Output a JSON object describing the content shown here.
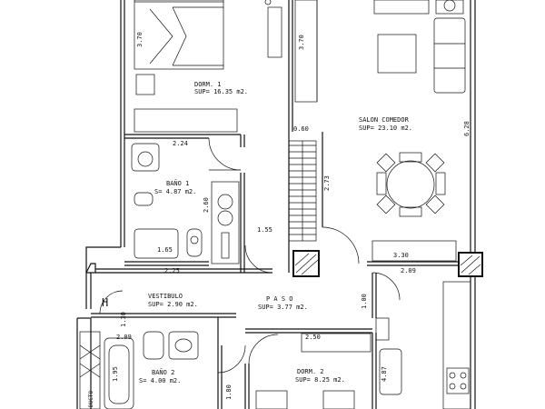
{
  "rooms": {
    "dorm1": {
      "name": "DORM. 1",
      "area": "SUP= 16.35 m2."
    },
    "salon": {
      "name": "SALON COMEDOR",
      "area": "SUP= 23.10 m2."
    },
    "bano1": {
      "name": "BAÑO 1",
      "area": "S= 4.87 m2."
    },
    "vestibulo": {
      "name": "VESTIBULO",
      "area": "SUP= 2.90 m2."
    },
    "paso": {
      "name": "P A S O",
      "area": "SUP= 3.77 m2."
    },
    "bano2": {
      "name": "BAÑO 2",
      "area": "S= 4.00 m2."
    },
    "dorm2": {
      "name": "DORM. 2",
      "area": "SUP= 8.25 m2."
    }
  },
  "dimensions": {
    "d_3_70_a": "3.70",
    "d_3_70_b": "3.70",
    "d_0_60": "0.60",
    "d_6_28": "6.28",
    "d_2_24": "2.24",
    "d_2_73": "2.73",
    "d_2_60": "2.60",
    "d_1_55": "1.55",
    "d_1_65": "1.65",
    "d_3_30": "3.30",
    "d_2_09_a": "2.09",
    "d_2_25": "2.25",
    "d_1_30": "1.30",
    "d_1_00": "1.00",
    "d_2_09_b": "2.09",
    "d_2_50": "2.50",
    "d_1_95": "1.95",
    "d_1_80": "1.80",
    "d_4_87": "4.87"
  },
  "labels": {
    "entrance": "H",
    "duct": "DUCTO"
  }
}
